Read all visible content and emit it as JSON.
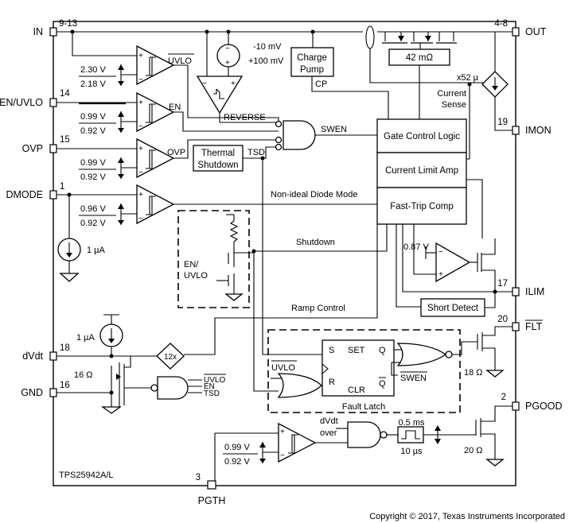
{
  "pins": {
    "in": {
      "label": "IN",
      "num": "9-13"
    },
    "en_uvlo": {
      "label": "EN/UVLO",
      "num": "14"
    },
    "ovp": {
      "label": "OVP",
      "num": "15"
    },
    "dmode": {
      "label": "DMODE",
      "num": "1"
    },
    "dvdt": {
      "label": "dVdt",
      "num": "18"
    },
    "gnd": {
      "label": "GND",
      "num": "16"
    },
    "out": {
      "label": "OUT",
      "num": "4-8"
    },
    "imon": {
      "label": "IMON",
      "num": "19"
    },
    "ilim": {
      "label": "ILIM",
      "num": "17"
    },
    "flt": {
      "label": "FLT",
      "num": "20"
    },
    "pgood": {
      "label": "PGOOD",
      "num": "2"
    },
    "pgth": {
      "label": "PGTH",
      "num": "3"
    }
  },
  "blocks": {
    "charge_pump_line1": "Charge",
    "charge_pump_line2": "Pump",
    "thermal_line1": "Thermal",
    "thermal_line2": "Shutdown",
    "gate_control": "Gate Control Logic",
    "current_limit": "Current Limit Amp",
    "fast_trip": "Fast-Trip Comp",
    "short_detect": "Short Detect",
    "fet_resistance": "42 mΩ",
    "fault_latch": "Fault Latch"
  },
  "signals": {
    "uvlo": "UVLO",
    "en": "EN",
    "ovp": "OVP",
    "reverse": "REVERSE",
    "swen": "SWEN",
    "tsd": "TSD",
    "cp": "CP",
    "non_ideal": "Non-ideal Diode Mode",
    "shutdown": "Shutdown",
    "ramp_control": "Ramp Control",
    "current_sense_1": "Current",
    "current_sense_2": "Sense",
    "current_gain": "x52 µ",
    "en_uvlo_1": "EN/",
    "en_uvlo_2": "UVLO",
    "dvdt_over_1": "dVdt",
    "dvdt_over_2": "over",
    "gain_12x": "12x",
    "latch_s": "S",
    "latch_r": "R",
    "latch_set": "SET",
    "latch_clr": "CLR",
    "latch_q": "Q",
    "latch_qbar": "Q",
    "swen_bar": "SWEN",
    "uvlo_bar": "UVLO",
    "gnd_uvlo": "UVLO",
    "gnd_en": "EN",
    "gnd_tsd": "TSD"
  },
  "values": {
    "uvlo_hi": "2.30 V",
    "uvlo_lo": "2.18 V",
    "en_hi": "0.99 V",
    "en_lo": "0.92 V",
    "ovp_hi": "0.99 V",
    "ovp_lo": "0.92 V",
    "dmode_hi": "0.96 V",
    "dmode_lo": "0.92 V",
    "pgth_hi": "0.99 V",
    "pgth_lo": "0.92 V",
    "rev_neg": "-10 mV",
    "rev_pos": "+100 mV",
    "dmode_current": "1 µA",
    "dvdt_current": "1 µA",
    "gnd_res": "16 Ω",
    "flt_res": "18 Ω",
    "pg_res": "20 Ω",
    "ilim_ref": "0.87 V",
    "deglitch_long": "0.5 ms",
    "deglitch_short": "10 µs"
  },
  "part_number": "TPS25942A/L",
  "copyright": "Copyright © 2017, Texas Instruments Incorporated"
}
